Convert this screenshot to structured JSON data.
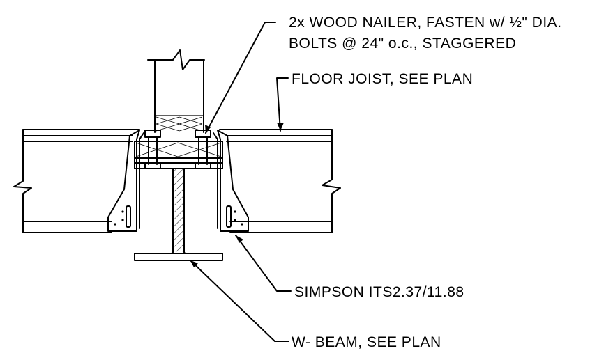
{
  "callouts": {
    "nailer_line1": "2x WOOD NAILER, FASTEN w/ ½\" DIA.",
    "nailer_line2": "BOLTS @ 24\" o.c., STAGGERED",
    "floor_joist": "FLOOR JOIST, SEE PLAN",
    "hanger": "SIMPSON ITS2.37/11.88",
    "beam": "W- BEAM, SEE PLAN"
  },
  "colors": {
    "line": "#000000",
    "background": "#ffffff"
  }
}
